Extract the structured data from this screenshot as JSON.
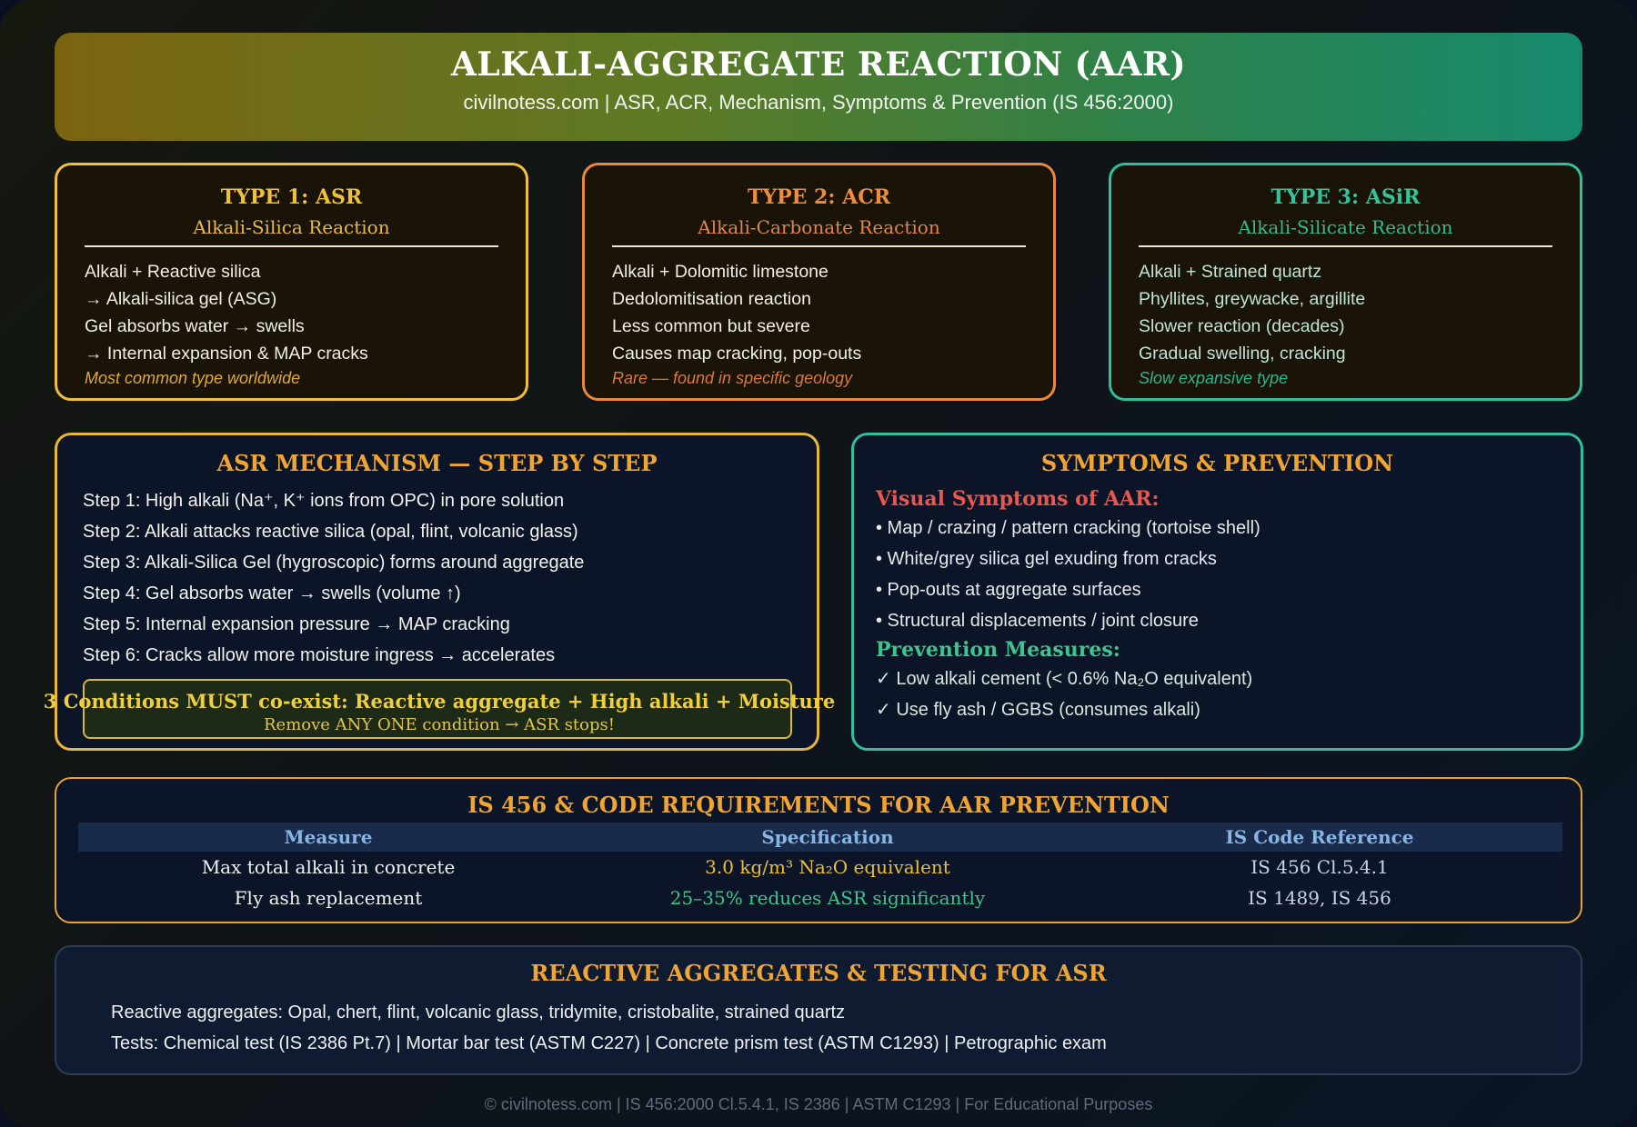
{
  "header": {
    "title": "ALKALI-AGGREGATE REACTION (AAR)",
    "subtitle": "civilnotess.com | ASR, ACR, Mechanism, Symptoms & Prevention (IS 456:2000)"
  },
  "types": [
    {
      "title": "TYPE 1: ASR",
      "subtitle": "Alkali-Silica Reaction",
      "lines": [
        "Alkali + Reactive silica",
        "→ Alkali-silica gel (ASG)",
        "Gel absorbs water → swells",
        "→ Internal expansion & MAP cracks"
      ],
      "note": "Most common type worldwide",
      "color": "#f0c038"
    },
    {
      "title": "TYPE 2: ACR",
      "subtitle": "Alkali-Carbonate Reaction",
      "lines": [
        "Alkali + Dolomitic limestone",
        "Dedolomitisation reaction",
        "Less common but severe",
        "Causes map cracking, pop-outs"
      ],
      "note": "Rare — found in specific geology",
      "color": "#e88a3a"
    },
    {
      "title": "TYPE 3: ASiR",
      "subtitle": "Alkali-Silicate Reaction",
      "lines": [
        "Alkali + Strained quartz",
        "Phyllites, greywacke, argillite",
        "Slower reaction (decades)",
        "Gradual swelling, cracking"
      ],
      "note": "Slow expansive type",
      "color": "#2fbf9a"
    }
  ],
  "mechanism": {
    "title": "ASR MECHANISM — STEP BY STEP",
    "steps": [
      "Step 1: High alkali (Na⁺, K⁺ ions from OPC) in pore solution",
      "Step 2: Alkali attacks reactive silica (opal, flint, volcanic glass)",
      "Step 3: Alkali-Silica Gel (hygroscopic) forms around aggregate",
      "Step 4: Gel absorbs water → swells (volume ↑)",
      "Step 5: Internal expansion pressure → MAP cracking",
      "Step 6: Cracks allow more moisture ingress → accelerates"
    ],
    "condition": "3 Conditions MUST co-exist: Reactive aggregate + High alkali + Moisture",
    "condition_sub": "Remove ANY ONE condition → ASR stops!"
  },
  "symptoms": {
    "title": "SYMPTOMS & PREVENTION",
    "visual_heading": "Visual Symptoms of AAR:",
    "visual": [
      "• Map / crazing / pattern cracking (tortoise shell)",
      "• White/grey silica gel exuding from cracks",
      "• Pop-outs at aggregate surfaces",
      "• Structural displacements / joint closure"
    ],
    "prevention_heading": "Prevention Measures:",
    "prevention": [
      "✓ Low alkali cement (< 0.6% Na₂O equivalent)",
      "✓ Use fly ash / GGBS (consumes alkali)"
    ]
  },
  "requirements": {
    "title": "IS 456 & CODE REQUIREMENTS FOR AAR PREVENTION",
    "headers": [
      "Measure",
      "Specification",
      "IS Code Reference"
    ],
    "rows": [
      [
        "Max total alkali in concrete",
        "3.0 kg/m³ Na₂O equivalent",
        "IS 456 Cl.5.4.1"
      ],
      [
        "Fly ash replacement",
        "25–35% reduces ASR significantly",
        "IS 1489, IS 456"
      ]
    ]
  },
  "aggregates": {
    "title": "REACTIVE AGGREGATES & TESTING FOR ASR",
    "line1": "Reactive aggregates: Opal, chert, flint, volcanic glass, tridymite, cristobalite, strained quartz",
    "line2": "Tests: Chemical test (IS 2386 Pt.7) | Mortar bar test (ASTM C227) | Concrete prism test (ASTM C1293) | Petrographic exam"
  },
  "footer": "© civilnotess.com | IS 456:2000 Cl.5.4.1, IS 2386 | ASTM C1293 | For Educational Purposes"
}
